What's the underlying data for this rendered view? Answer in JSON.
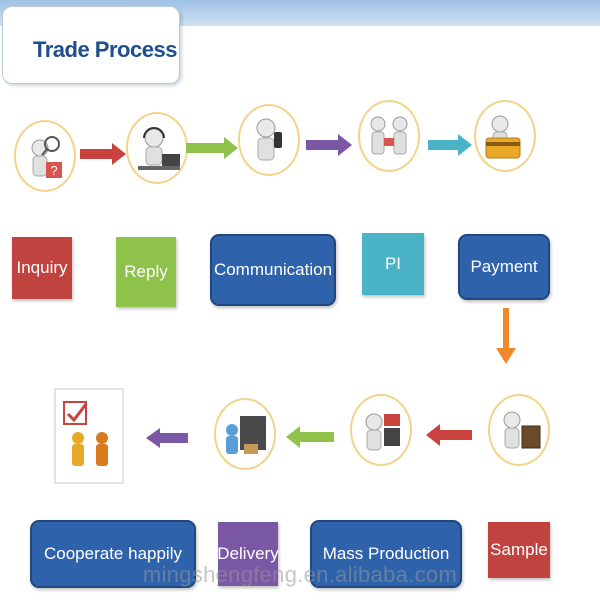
{
  "header": {
    "title": "Trade Process"
  },
  "steps": {
    "inquiry": "Inquiry",
    "reply": "Reply",
    "communication": "Communication",
    "pi": "PI",
    "payment": "Payment",
    "sample": "Sample",
    "mass_production": "Mass Production",
    "delivery": "Delivery",
    "cooperate": "Cooperate happily"
  },
  "watermark": "mingshengfeng.en.alibaba.com",
  "colors": {
    "inquiry": "#c0433f",
    "reply": "#8ec24a",
    "communication": "#2e63ac",
    "pi": "#4bb3c6",
    "payment": "#2e63ac",
    "sample": "#c0433f",
    "mass_production": "#2e63ac",
    "delivery": "#7b58a6",
    "cooperate": "#2e63ac"
  },
  "icons": {
    "inquiry": "magnifier-question-icon",
    "reply": "headset-operator-icon",
    "communication": "phone-call-icon",
    "pi": "handshake-document-icon",
    "payment": "credit-card-icon",
    "sample": "sample-icon",
    "mass_production": "production-icon",
    "delivery": "delivery-icon",
    "cooperate": "handshake-check-icon"
  }
}
